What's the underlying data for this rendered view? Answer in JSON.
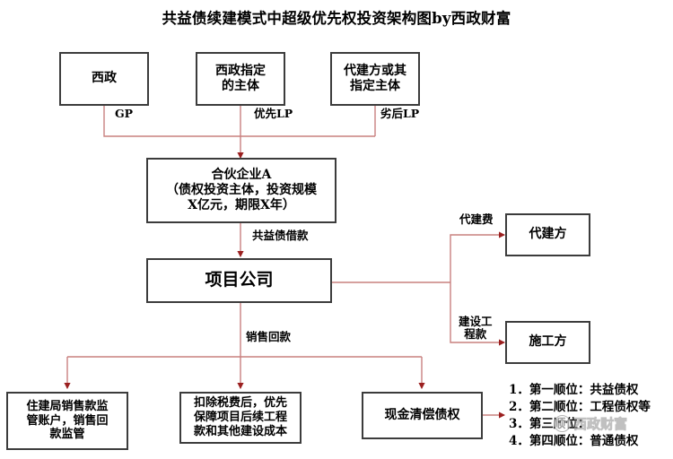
{
  "title": "共益债续建模式中超级优先权投资架构图by西政财富",
  "nodes": {
    "xizheng": "西政",
    "xizheng_entity": "西政指定\n的主体",
    "agent_builder_entity": "代建方或其\n指定主体",
    "partnership": "合伙企业A\n（债权投资主体，投资规模\nX亿元，期限X年）",
    "project_company": "项目公司",
    "agent_builder": "代建方",
    "contractor": "施工方",
    "supervision_account": "住建局销售款监\n管账户，销售回\n款监管",
    "after_tax": "扣除税费后，优先\n保障项目后续工程\n款和其他建设成本",
    "cash_repay": "现金清偿债权"
  },
  "edge_labels": {
    "gp": "GP",
    "priority_lp": "优先LP",
    "inferior_lp": "劣后LP",
    "common_benefit_loan": "共益债借款",
    "agent_fee": "代建费",
    "construction_payment": "建设工\n程款",
    "sales_return": "销售回款"
  },
  "legend": {
    "items": [
      "1．第一顺位：共益债权",
      "2．第二顺位：工程债权等",
      "3．第三顺位：",
      "4．第四顺位：普通债权"
    ]
  },
  "watermark": {
    "text": "西政财富"
  },
  "colors": {
    "connector": "#c9807f",
    "arrow": "#9b2020",
    "box_border": "#3c3c3c",
    "text": "#000000",
    "background": "#ffffff"
  }
}
